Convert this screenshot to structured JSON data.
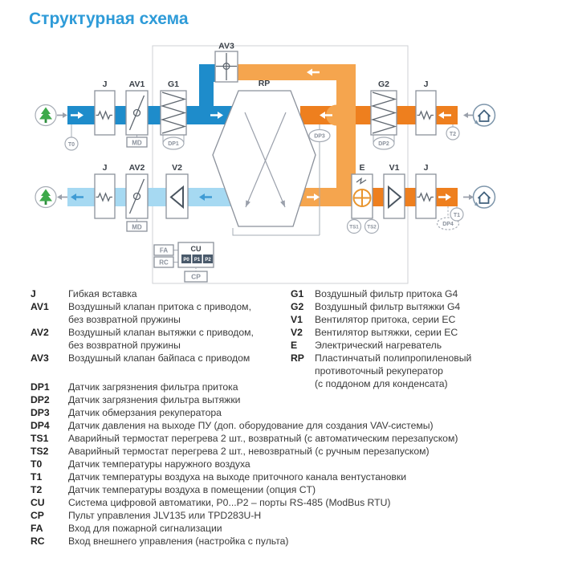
{
  "title": "Структурная схема",
  "colors": {
    "title": "#2e9bd8",
    "supply_cold": "#1e8ccb",
    "exhaust_cooled": "#a6d9f2",
    "extract_warm": "#ee7f1e",
    "supply_warm": "#f5a54e"
  },
  "diagram": {
    "labels": {
      "j": "J",
      "av1": "AV1",
      "av2": "AV2",
      "av3": "AV3",
      "g1": "G1",
      "g2": "G2",
      "v1": "V1",
      "v2": "V2",
      "e": "E",
      "rp": "RP",
      "md": "MD"
    },
    "sensors": {
      "t0": "T0",
      "t1": "T1",
      "t2": "T2",
      "ts1": "TS1",
      "ts2": "TS2",
      "dp1": "DP1",
      "dp2": "DP2",
      "dp3": "DP3",
      "dp4": "DP4"
    },
    "control": {
      "cu": "CU",
      "cp": "CP",
      "fa": "FA",
      "rc": "RC",
      "p0": "P0",
      "p1": "P1",
      "p2": "P2"
    }
  },
  "legend_left": [
    {
      "code": "J",
      "text": "Гибкая вставка"
    },
    {
      "code": "AV1",
      "text": "Воздушный клапан притока с приводом,"
    },
    {
      "code": "",
      "text": "без возвратной пружины"
    },
    {
      "code": "AV2",
      "text": "Воздушный клапан вытяжки с приводом,"
    },
    {
      "code": "",
      "text": "без возвратной пружины"
    },
    {
      "code": "AV3",
      "text": "Воздушный клапан байпаса с приводом"
    }
  ],
  "legend_right": [
    {
      "code": "G1",
      "text": "Воздушный фильтр притока G4"
    },
    {
      "code": "G2",
      "text": "Воздушный фильтр вытяжки G4"
    },
    {
      "code": "V1",
      "text": "Вентилятор притока, серии EC"
    },
    {
      "code": "V2",
      "text": "Вентилятор вытяжки, серии EC"
    },
    {
      "code": "E",
      "text": "Электрический нагреватель"
    },
    {
      "code": "RP",
      "text": "Пластинчатый полипропиленовый"
    },
    {
      "code": "",
      "text": "противоточный рекуператор"
    },
    {
      "code": "",
      "text": "(с поддоном для конденсата)"
    }
  ],
  "legend_bottom": [
    {
      "code": "DP1",
      "text": "Датчик загрязнения фильтра притока"
    },
    {
      "code": "DP2",
      "text": "Датчик загрязнения фильтра вытяжки"
    },
    {
      "code": "DP3",
      "text": "Датчик обмерзания рекуператора"
    },
    {
      "code": "DP4",
      "text": "Датчик давления на выходе ПУ (доп. оборудование для создания VAV-системы)"
    },
    {
      "code": "TS1",
      "text": "Аварийный термостат перегрева 2 шт., возвратный (с автоматическим перезапуском)"
    },
    {
      "code": "TS2",
      "text": "Аварийный термостат перегрева 2 шт., невозвратный (с ручным перезапуском)"
    },
    {
      "code": "T0",
      "text": "Датчик температуры наружного воздуха"
    },
    {
      "code": "T1",
      "text": "Датчик температуры воздуха на выходе приточного канала вентустановки"
    },
    {
      "code": "T2",
      "text": "Датчик температуры воздуха в помещении (опция CT)"
    },
    {
      "code": "CU",
      "text": "Система цифровой автоматики, P0...P2 – порты RS-485 (ModBus RTU)"
    },
    {
      "code": "CP",
      "text": "Пульт управления JLV135 или TPD283U-H"
    },
    {
      "code": "FA",
      "text": "Вход для пожарной сигнализации"
    },
    {
      "code": "RC",
      "text": "Вход внешнего управления (настройка с пульта)"
    }
  ]
}
